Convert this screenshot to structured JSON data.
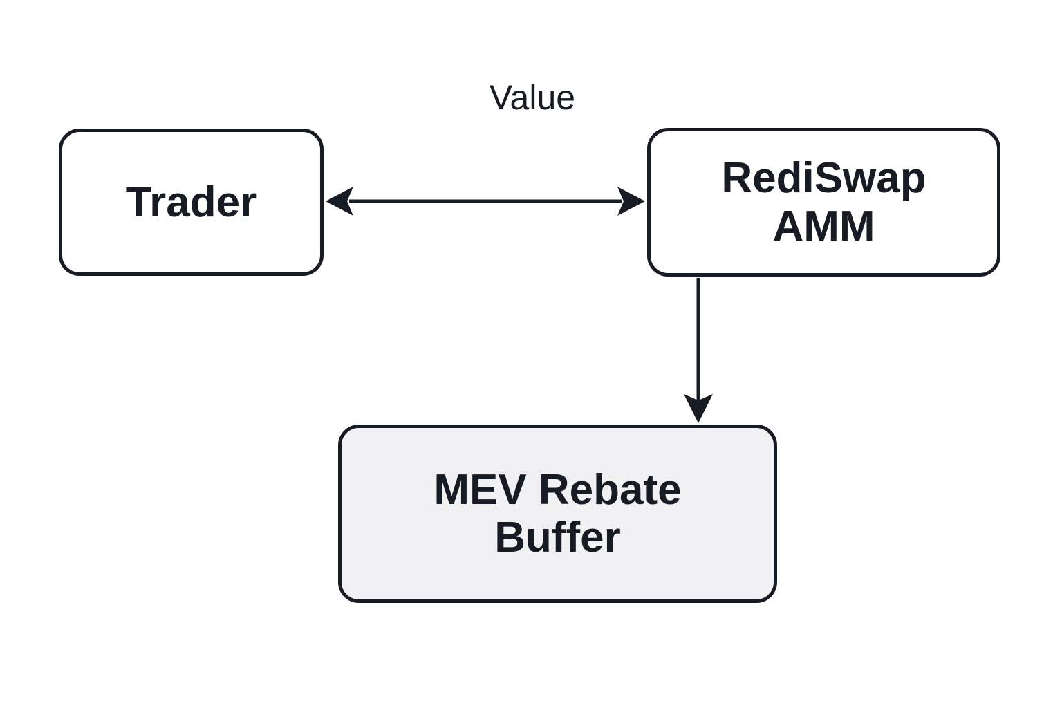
{
  "diagram": {
    "type": "flow-diagram",
    "nodes": [
      {
        "id": "trader",
        "label": "Trader",
        "fill": "#ffffff"
      },
      {
        "id": "rediswap-amm",
        "label": "RediSwap\nAMM",
        "fill": "#ffffff"
      },
      {
        "id": "mev-rebate-buffer",
        "label": "MEV Rebate\nBuffer",
        "fill": "#f1f1f4"
      }
    ],
    "edges": [
      {
        "from": "trader",
        "to": "rediswap-amm",
        "label": "Value",
        "direction": "bidirectional"
      },
      {
        "from": "rediswap-amm",
        "to": "mev-rebate-buffer",
        "label": "",
        "direction": "one-way-down"
      }
    ]
  },
  "colors": {
    "ink": "#171b24",
    "node_fill": "#ffffff",
    "buffer_fill": "#f1f1f4",
    "background": "#ffffff"
  }
}
